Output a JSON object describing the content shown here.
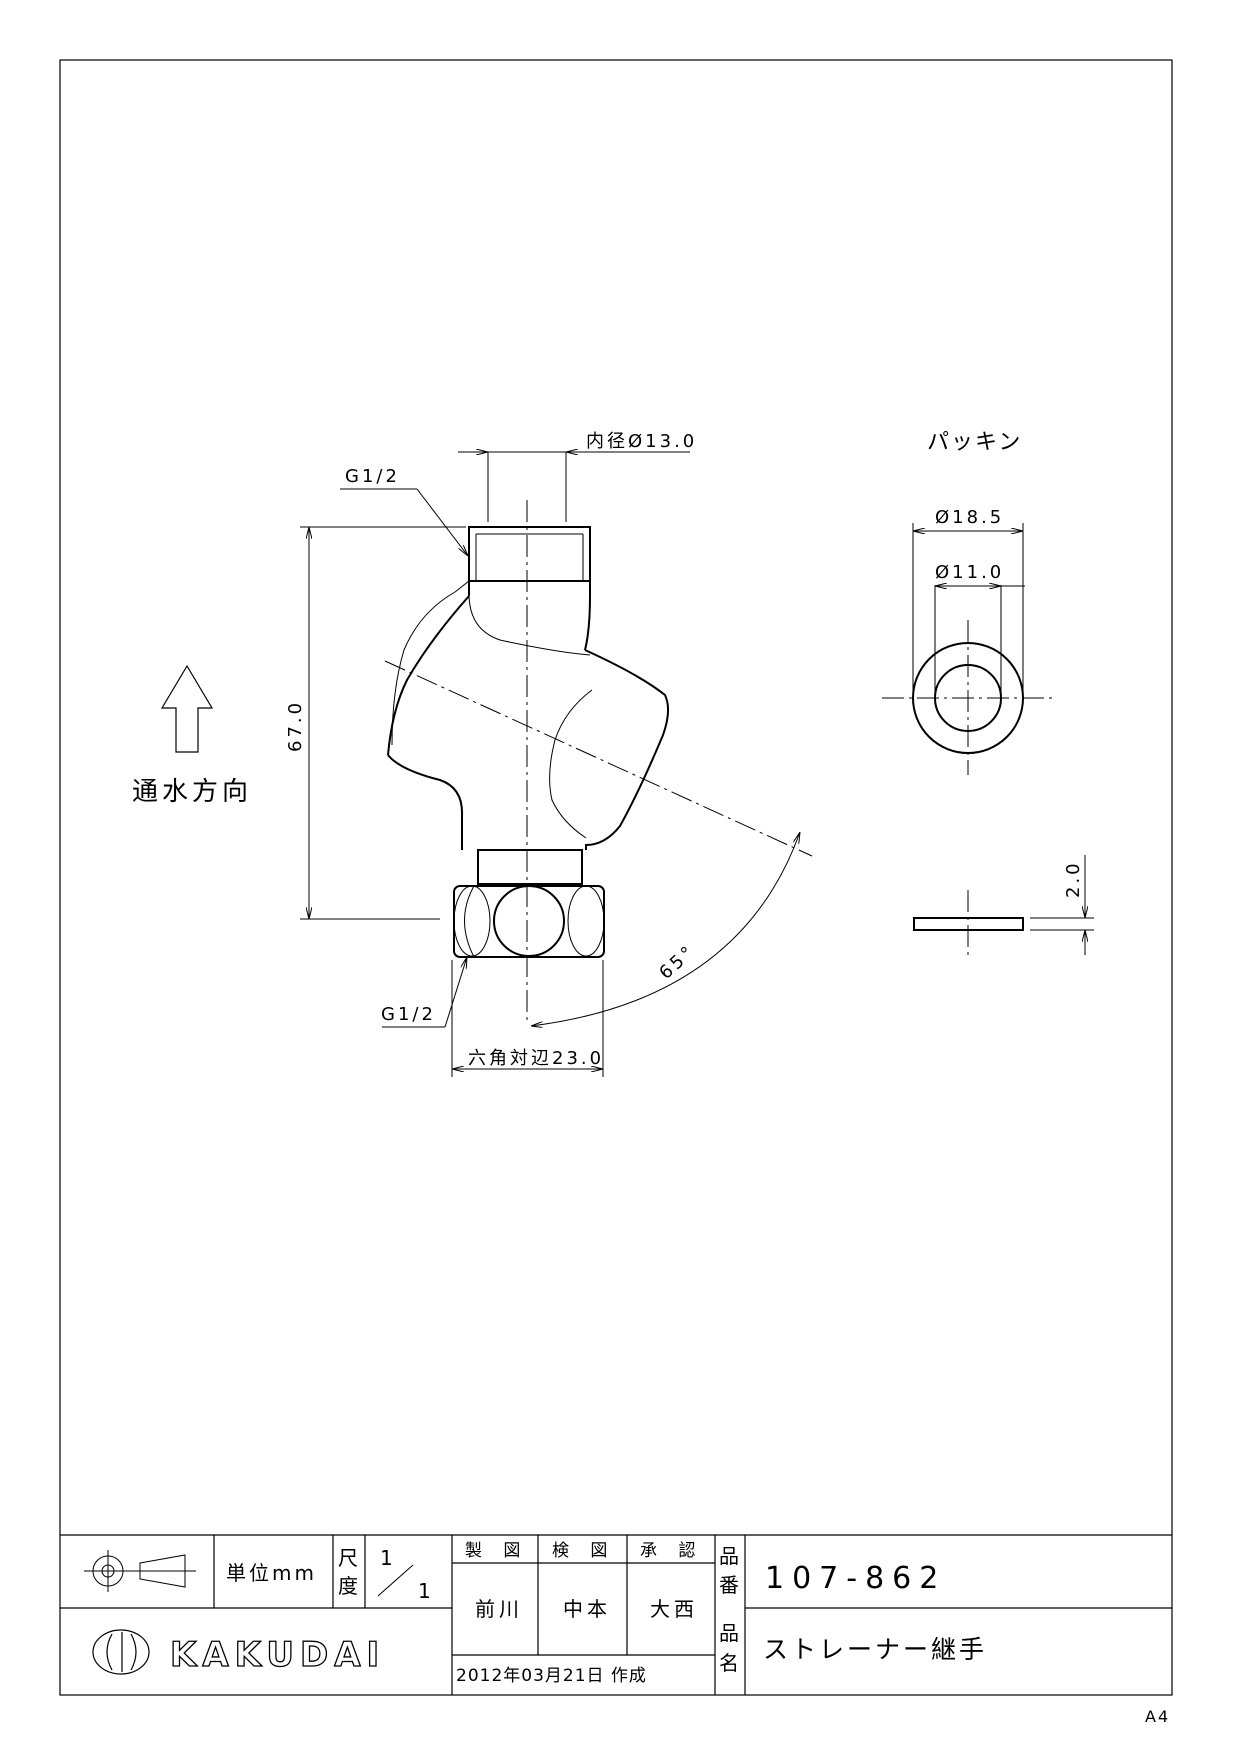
{
  "drawing": {
    "thread_top": "G1/2",
    "thread_bottom": "G1/2",
    "inner_diameter": "内径Ø13.0",
    "height_dim": "67.0",
    "hex_dim": "六角対辺23.0",
    "angle_dim": "65°",
    "flow_label": "通水方向",
    "flow_icon": "up-arrow-icon"
  },
  "packing": {
    "title": "パッキン",
    "outer_dim": "Ø18.5",
    "inner_dim": "Ø11.0",
    "thickness_dim": "2.0"
  },
  "title_block": {
    "unit_label": "単位mm",
    "scale_label_1": "尺",
    "scale_label_2": "度",
    "scale_num": "1",
    "scale_den": "1",
    "drawn_header": "製 図",
    "checked_header": "検 図",
    "approved_header": "承 認",
    "drawn_by": "前川",
    "checked_by": "中本",
    "approved_by": "大西",
    "created_date": "2012年03月21日 作成",
    "part_no_label_1": "品",
    "part_no_label_2": "番",
    "part_number": "107-862",
    "part_name_label_1": "品",
    "part_name_label_2": "名",
    "part_name": "ストレーナー継手",
    "brand": "KAKUDAI",
    "brand_icon": "kakudai-logo-icon",
    "projection_icon": "third-angle-projection-icon",
    "sheet_size": "A4"
  }
}
